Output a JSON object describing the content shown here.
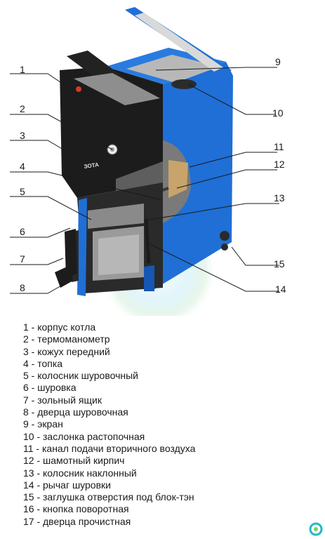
{
  "callouts": [
    "1",
    "2",
    "3",
    "4",
    "5",
    "6",
    "7",
    "8",
    "9",
    "10",
    "11",
    "12",
    "13",
    "14",
    "15"
  ],
  "boiler_logo": "ЗОТА",
  "legend": [
    "1 - корпус котла",
    "2 - термоманометр",
    "3 - кожух передний",
    "4 - топка",
    "5 - колосник шуровочный",
    "6 - шуровка",
    "7 - зольный ящик",
    "8 - дверца шуровочная",
    "9 - экран",
    "10 - заслонка растопочная",
    "11 - канал подачи вторичного воздуха",
    "12 - шамотный кирпич",
    "13 - колосник наклонный",
    "14 - рычаг шуровки",
    "15 - заглушка отверстия под блок-тэн",
    "16 - кнопка поворотная",
    "17 - дверца прочистная"
  ],
  "colors": {
    "body_blue": "#1f6fd6",
    "body_blue_dark": "#1557b3",
    "front_black": "#1c1c1c",
    "inner_gray": "#9a9a9a",
    "brick": "#c8a46a",
    "text": "#1a1a1a"
  }
}
